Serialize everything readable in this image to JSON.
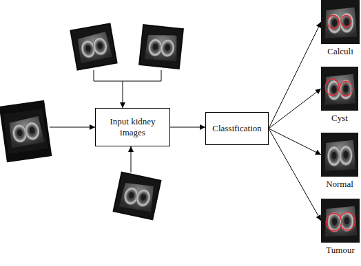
{
  "diagram": {
    "nodes": [
      {
        "text": [
          "Input kidney images"
        ]
      },
      {
        "text": [
          "Classification"
        ]
      },
      {
        "text": [
          "Calculi"
        ]
      },
      {
        "text": [
          "Cyst"
        ]
      },
      {
        "text": [
          "Normal"
        ]
      },
      {
        "text": [
          "Tumour"
        ]
      }
    ],
    "edges": [
      {
        "from": 0,
        "to": 1,
        "arrow": "to"
      },
      {
        "from": 1,
        "to": 2,
        "arrow": "to"
      },
      {
        "from": 1,
        "to": 3,
        "arrow": "to"
      },
      {
        "from": 1,
        "to": 4,
        "arrow": "to"
      },
      {
        "from": 1,
        "to": 5,
        "arrow": "to"
      }
    ]
  }
}
